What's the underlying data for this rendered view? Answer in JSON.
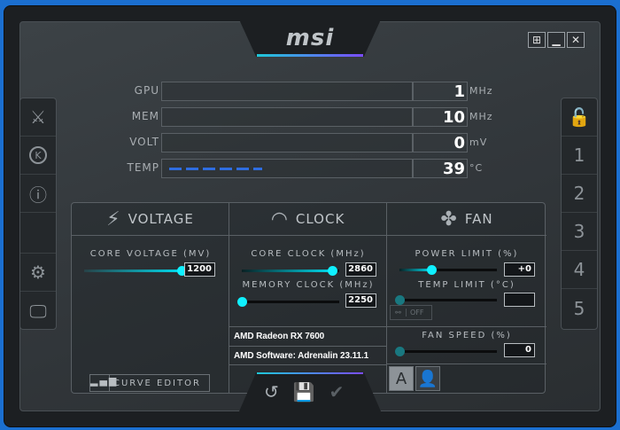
{
  "window": {
    "logo": "msi",
    "buttons": [
      "windows",
      "minimize",
      "close"
    ]
  },
  "left_sidebar": {
    "items": [
      {
        "icon": "kombustor-icon"
      },
      {
        "icon": "k-icon",
        "label": "K"
      },
      {
        "icon": "info-icon"
      },
      {
        "icon": "settings-icon"
      },
      {
        "icon": "monitor-icon"
      }
    ]
  },
  "right_sidebar": {
    "lock_icon": "lock-icon",
    "profiles": [
      "1",
      "2",
      "3",
      "4",
      "5"
    ]
  },
  "monitor": [
    {
      "label": "GPU",
      "value": "1",
      "unit": "MHz"
    },
    {
      "label": "MEM",
      "value": "10",
      "unit": "MHz"
    },
    {
      "label": "VOLT",
      "value": "0",
      "unit": "mV"
    },
    {
      "label": "TEMP",
      "value": "39",
      "unit": "°C"
    }
  ],
  "voltage": {
    "title": "VOLTAGE",
    "core_voltage": {
      "label": "CORE VOLTAGE (MV)",
      "value": "1200",
      "fraction": 0.92
    },
    "curve_editor": "CURVE EDITOR"
  },
  "clock": {
    "title": "CLOCK",
    "core_clock": {
      "label": "CORE CLOCK (MHz)",
      "value": "2860",
      "fraction": 0.93
    },
    "memory_clock": {
      "label": "MEMORY CLOCK (MHz)",
      "value": "2250",
      "fraction": 0.0
    },
    "gpu_name": "AMD Radeon RX 7600",
    "driver": "AMD Software: Adrenalin 23.11.1"
  },
  "fan": {
    "title": "FAN",
    "power_limit": {
      "label": "POWER LIMIT (%)",
      "value": "+0",
      "fraction": 0.33
    },
    "temp_limit": {
      "label": "TEMP LIMIT (°C)",
      "value": "",
      "fraction": 0.0
    },
    "link_toggle": "OFF",
    "fan_speed": {
      "label": "FAN SPEED (%)",
      "value": "0",
      "fraction": 0.0
    },
    "auto_label": "A"
  },
  "bottom": {
    "icons": [
      "reset-icon",
      "save-icon",
      "apply-icon"
    ]
  }
}
